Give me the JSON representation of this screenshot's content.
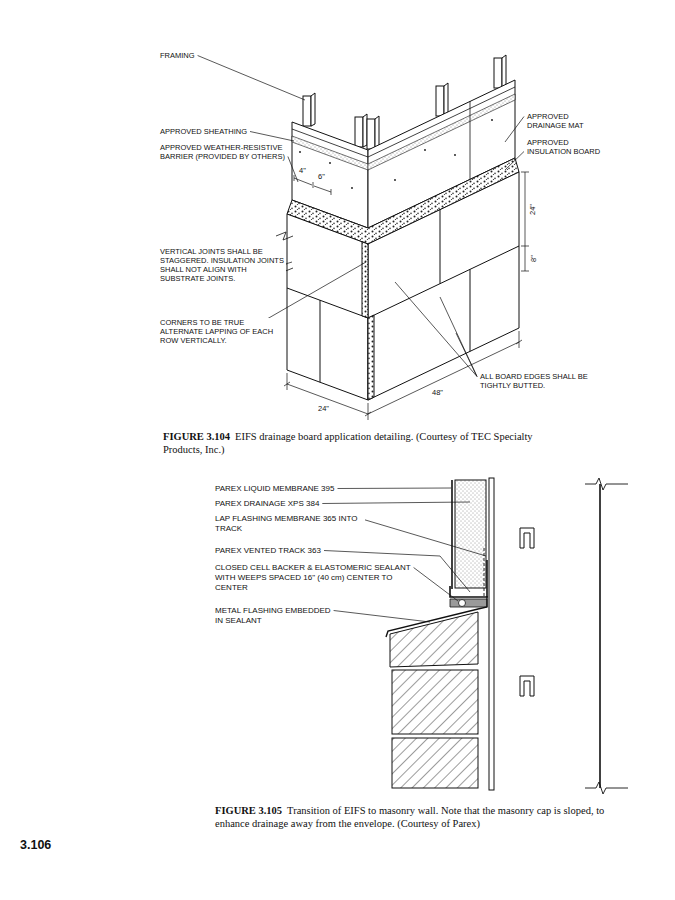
{
  "diagram": {
    "labels": [
      "FRAMING",
      "APPROVED SHEATHING",
      "APPROVED WEATHER-RESISTIVE BARRIER (PROVIDED BY OTHERS)",
      "APPROVED DRAINAGE MAT",
      "APPROVED INSULATION BOARD",
      "4\"",
      "6\"",
      "24\"",
      "8\"",
      "VERTICAL JOINTS SHALL BE STAGGERED. INSULATION JOINTS SHALL NOT ALIGN WITH SUBSTRATE JOINTS.",
      "CORNERS TO BE TRUE ALTERNATE LAPPING OF EACH ROW VERTICALLY.",
      "ALL BOARD EDGES SHALL BE TIGHTLY BUTTED.",
      "24\"",
      "48\"",
      "FIGURE 3.104",
      "EIFS drainage board application detailing. (Courtesy of TEC Specialty Products, Inc.)",
      "PAREX LIQUID MEMBRANE 395",
      "PAREX DRAINAGE XPS 384",
      "LAP FLASHING MEMBRANE 365 INTO TRACK",
      "PAREX VENTED TRACK 363",
      "CLOSED CELL BACKER & ELASTOMERIC SEALANT WITH WEEPS SPACED 16\" (40 cm) CENTER TO CENTER",
      "METAL FLASHING EMBEDDED IN SEALANT",
      "FIGURE 3.105",
      "Transition of EIFS to masonry wall. Note that the masonry cap is sloped, to enhance drainage away from the envelope. (Courtesy of Parex)",
      "3.106"
    ]
  }
}
